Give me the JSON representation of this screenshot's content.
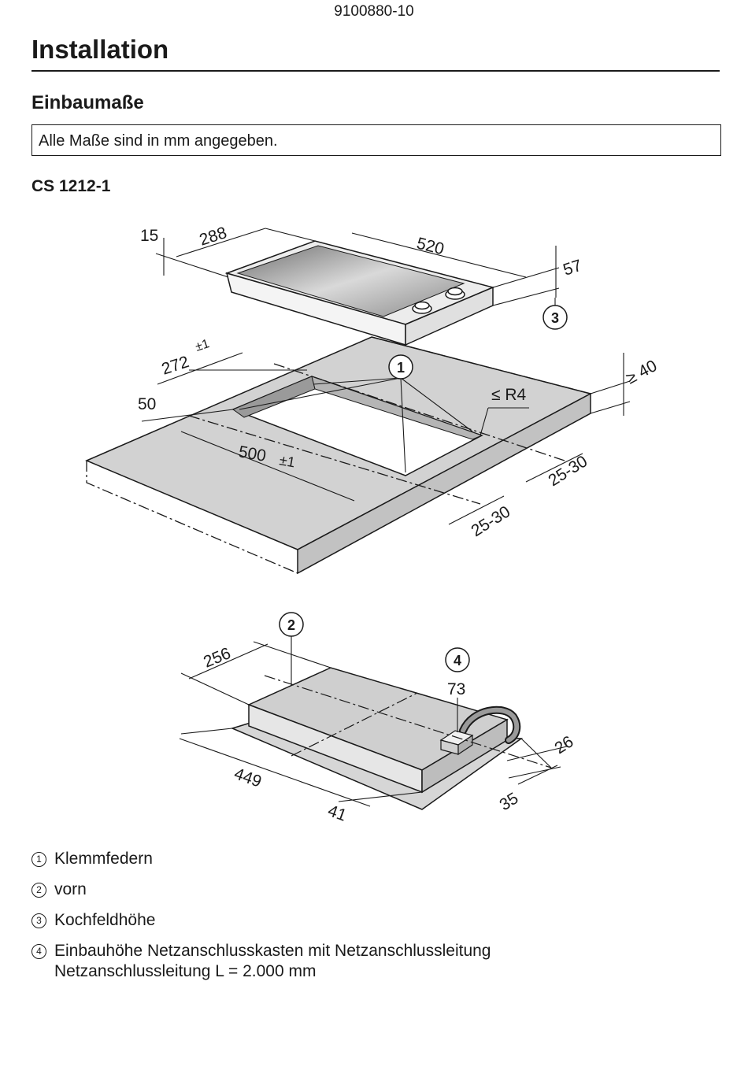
{
  "header": {
    "doc_number": "9100880-10"
  },
  "page": {
    "title": "Installation",
    "section": "Einbaumaße",
    "note": "Alle Maße sind in mm angegeben.",
    "model": "CS 1212-1"
  },
  "drawing_top": {
    "dims": {
      "d15": "15",
      "d288": "288",
      "d520": "520",
      "d57": "57",
      "d272": "272",
      "d272_tol": "±1",
      "d50": "50",
      "d500": "500",
      "d500_tol": "±1",
      "dR4": "≤ R4",
      "d40": "≥ 40",
      "d2530a": "25-30",
      "d2530b": "25-30"
    },
    "callouts": {
      "c1": "1",
      "c3": "3"
    }
  },
  "drawing_bottom": {
    "dims": {
      "d256": "256",
      "d73": "73",
      "d449": "449",
      "d41": "41",
      "d26": "26",
      "d35": "35"
    },
    "callouts": {
      "c2": "2",
      "c4": "4"
    }
  },
  "legend": [
    {
      "num": "1",
      "text": "Klemmfedern"
    },
    {
      "num": "2",
      "text": "vorn"
    },
    {
      "num": "3",
      "text": "Kochfeldhöhe"
    },
    {
      "num": "4",
      "text": "Einbauhöhe Netzanschlusskasten mit Netzanschlussleitung",
      "text2": "Netzanschlussleitung L = 2.000 mm"
    }
  ],
  "colors": {
    "ink": "#1a1a1a",
    "panel_grey": "#cfcfcf",
    "dark_glass": "#8a8a8a"
  }
}
